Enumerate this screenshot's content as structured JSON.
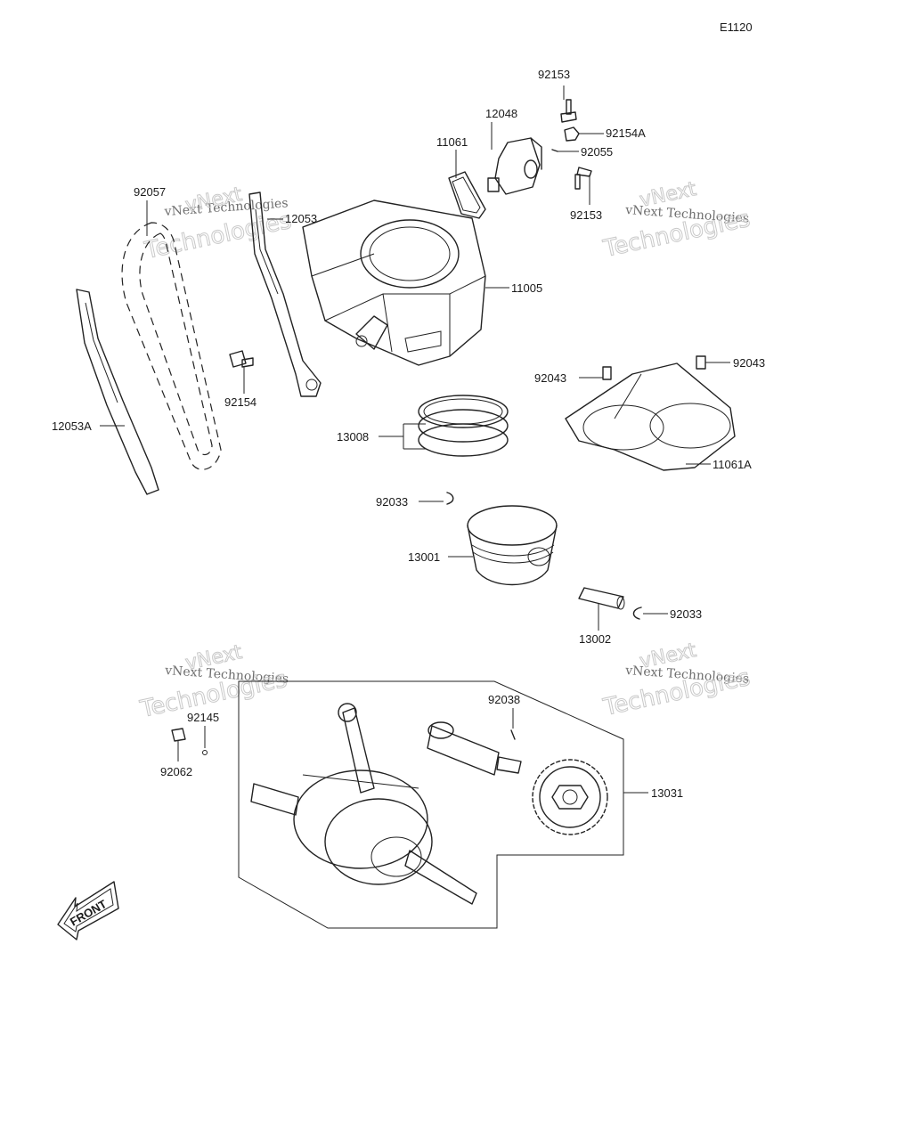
{
  "diagram_code": "E1120",
  "front_label": "FRONT",
  "watermark": {
    "line1": "vNext Technologies",
    "big1": "vNext",
    "big2": "Technologies"
  },
  "parts": [
    {
      "id": "p92153a",
      "label": "92153"
    },
    {
      "id": "p12048",
      "label": "12048"
    },
    {
      "id": "p92154A",
      "label": "92154A"
    },
    {
      "id": "p11061",
      "label": "11061"
    },
    {
      "id": "p92055",
      "label": "92055"
    },
    {
      "id": "p92153b",
      "label": "92153"
    },
    {
      "id": "p92057",
      "label": "92057"
    },
    {
      "id": "p12053",
      "label": "12053"
    },
    {
      "id": "p11005",
      "label": "11005"
    },
    {
      "id": "p92043a",
      "label": "92043"
    },
    {
      "id": "p92043b",
      "label": "92043"
    },
    {
      "id": "p92154",
      "label": "92154"
    },
    {
      "id": "p12053A",
      "label": "12053A"
    },
    {
      "id": "p13008",
      "label": "13008"
    },
    {
      "id": "p11061A",
      "label": "11061A"
    },
    {
      "id": "p92033a",
      "label": "92033"
    },
    {
      "id": "p13001",
      "label": "13001"
    },
    {
      "id": "p92033b",
      "label": "92033"
    },
    {
      "id": "p13002",
      "label": "13002"
    },
    {
      "id": "p92038",
      "label": "92038"
    },
    {
      "id": "p92145",
      "label": "92145"
    },
    {
      "id": "p92062",
      "label": "92062"
    },
    {
      "id": "p13031",
      "label": "13031"
    }
  ]
}
